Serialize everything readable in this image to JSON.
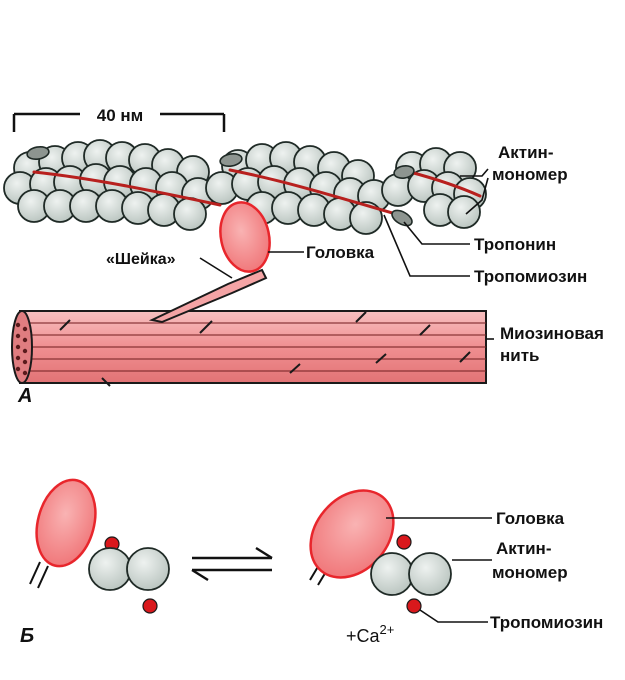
{
  "panel_a": {
    "letter": "А",
    "scale_label": "40 нм",
    "labels": {
      "actin_line1": "Актин-",
      "actin_line2": "мономер",
      "troponin": "Тропонин",
      "tropomyosin": "Тропомиозин",
      "head": "Головка",
      "neck": "«Шейка»",
      "myosin_line1": "Миозиновая",
      "myosin_line2": "нить"
    }
  },
  "panel_b": {
    "letter": "Б",
    "calcium": "+Ca",
    "calcium_sup": "2+",
    "labels": {
      "head": "Головка",
      "actin_line1": "Актин-",
      "actin_line2": "мономер",
      "tropomyosin": "Тропомиозин"
    }
  },
  "colors": {
    "monomer_fill": "#cfd8d4",
    "head_fill": "#f4898b",
    "head_stroke": "#e8262c",
    "filament_fill": "#f3a2a3",
    "tropomyosin": "#b8201e",
    "troponin_fill": "#8d9590",
    "dot_red": "#d9181c"
  }
}
